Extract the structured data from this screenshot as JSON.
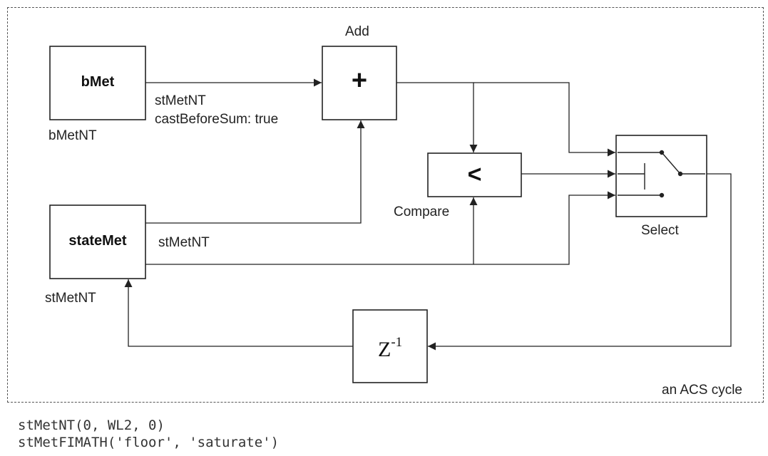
{
  "blocks": {
    "bmet": {
      "label": "bMet",
      "caption": "bMetNT"
    },
    "statemet": {
      "label": "stateMet",
      "caption": "stMetNT"
    },
    "add": {
      "symbol": "+",
      "caption": "Add"
    },
    "compare": {
      "symbol": "<",
      "caption": "Compare"
    },
    "select": {
      "caption": "Select"
    },
    "delay": {
      "base": "Z",
      "exponent": "-1"
    }
  },
  "signals": {
    "bmet_to_add_type": "stMetNT",
    "bmet_to_add_cast": "castBeforeSum: true",
    "statemet_out_type": "stMetNT"
  },
  "subsystem": {
    "caption": "an ACS cycle"
  },
  "code_lines": [
    "stMetNT(0, WL2, 0)",
    "stMetFIMATH('floor', 'saturate')"
  ]
}
